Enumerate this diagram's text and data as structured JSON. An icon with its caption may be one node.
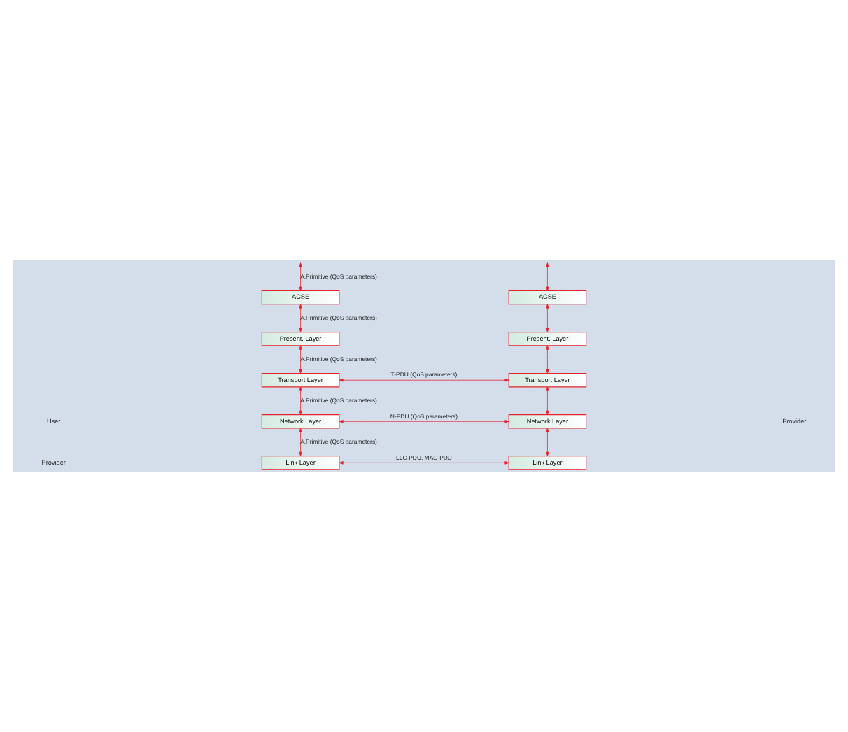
{
  "diagram": {
    "nodes": [
      {
        "text": [
          "ACSE"
        ]
      },
      {
        "text": [
          "Present. Layer"
        ]
      },
      {
        "text": [
          "Transport Layer"
        ]
      },
      {
        "text": [
          "Network Layer"
        ]
      },
      {
        "text": [
          "Link Layer"
        ]
      },
      {
        "text": [
          "ACSE"
        ]
      },
      {
        "text": [
          "Present. Layer"
        ]
      },
      {
        "text": [
          "Transport Layer"
        ]
      },
      {
        "text": [
          "Network Layer"
        ]
      },
      {
        "text": [
          "Link Layer"
        ]
      }
    ],
    "edges": [
      {
        "from": null,
        "to": 0,
        "arrow": "both",
        "label": "A.Primitive (QoS parameters)",
        "color": "#e8202a"
      },
      {
        "from": 0,
        "to": 1,
        "arrow": "both",
        "label": "A.Primitive (QoS parameters)",
        "color": "#e8202a"
      },
      {
        "from": 1,
        "to": 2,
        "arrow": "both",
        "label": "A.Primitive (QoS parameters)",
        "color": "#e8202a"
      },
      {
        "from": 2,
        "to": 3,
        "arrow": "both",
        "label": "A.Primitive (QoS parameters)",
        "color": "#e8202a"
      },
      {
        "from": 3,
        "to": 4,
        "arrow": "both",
        "label": "A.Primitive (QoS parameters)",
        "color": "#e8202a"
      },
      {
        "from": null,
        "to": 5,
        "arrow": "both",
        "color": "#e8202a"
      },
      {
        "from": 5,
        "to": 6,
        "arrow": "both",
        "color": "#e8202a"
      },
      {
        "from": 6,
        "to": 7,
        "arrow": "both",
        "color": "#e8202a"
      },
      {
        "from": 7,
        "to": 8,
        "arrow": "both",
        "color": "#e8202a"
      },
      {
        "from": 8,
        "to": 9,
        "arrow": "both",
        "color": "#e8202a"
      },
      {
        "from": 2,
        "to": 7,
        "arrow": "both",
        "label": "T-PDU (QoS parameters)",
        "color": "#e8202a"
      },
      {
        "from": 3,
        "to": 8,
        "arrow": "both",
        "label": "N-PDU (QoS parameters)",
        "color": "#e8202a"
      },
      {
        "from": 4,
        "to": 9,
        "arrow": "both",
        "label": "LLC-PDU, MAC-PDU",
        "color": "#e8202a"
      }
    ],
    "labels": [
      "User",
      "Provider",
      "Provider"
    ]
  }
}
